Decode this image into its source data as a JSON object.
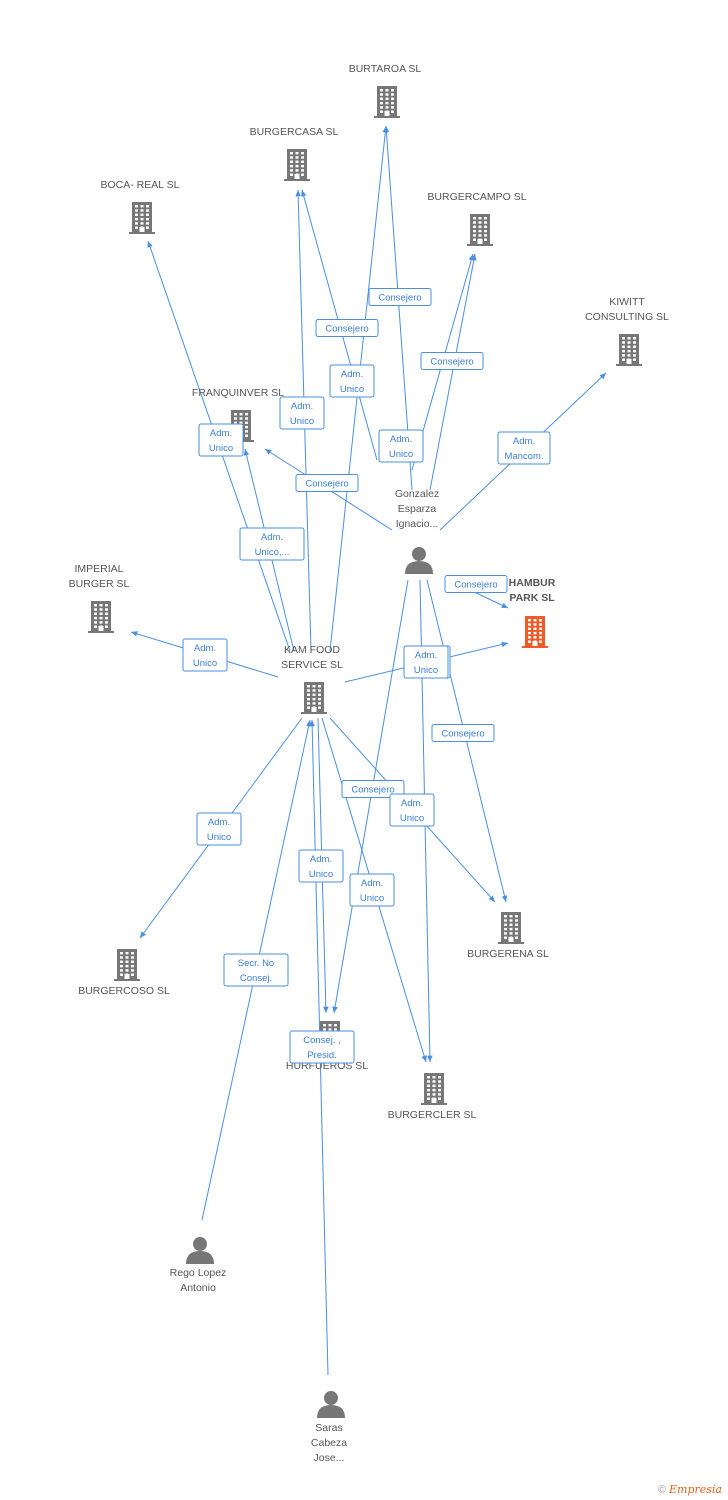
{
  "colors": {
    "edge": "#4a8fe0",
    "company": "#777777",
    "highlight": "#f05a28",
    "person": "#777777",
    "text": "#555555"
  },
  "nodes": [
    {
      "id": "burtaroa",
      "type": "company",
      "label": [
        "BURTAROA SL"
      ]
    },
    {
      "id": "burgercasa",
      "type": "company",
      "label": [
        "BURGERCASA SL"
      ]
    },
    {
      "id": "boca",
      "type": "company",
      "label": [
        "BOCA- REAL SL"
      ]
    },
    {
      "id": "burgercampo",
      "type": "company",
      "label": [
        "BURGERCAMPO SL"
      ]
    },
    {
      "id": "kiwitt",
      "type": "company",
      "label": [
        "KIWITT",
        "CONSULTING SL"
      ]
    },
    {
      "id": "franquinver",
      "type": "company",
      "label": [
        "FRANQUINVER SL"
      ]
    },
    {
      "id": "gonzalez",
      "type": "person",
      "label": [
        "Gonzalez",
        "Esparza",
        "Ignacio..."
      ]
    },
    {
      "id": "imperial",
      "type": "company",
      "label": [
        "IMPERIAL",
        "BURGER SL"
      ]
    },
    {
      "id": "hambur",
      "type": "company",
      "highlight": true,
      "label": [
        "HAMBUR",
        "PARK SL"
      ]
    },
    {
      "id": "kam",
      "type": "company",
      "label": [
        "KAM FOOD",
        "SERVICE SL"
      ]
    },
    {
      "id": "burgerena",
      "type": "company",
      "label": [
        "BURGERENA SL"
      ]
    },
    {
      "id": "burgercoso",
      "type": "company",
      "label": [
        "BURGERCOSO SL"
      ]
    },
    {
      "id": "hurfueros",
      "type": "company",
      "label": [
        "HURFUEROS SL"
      ]
    },
    {
      "id": "burgercler",
      "type": "company",
      "label": [
        "BURGERCLER SL"
      ]
    },
    {
      "id": "rego",
      "type": "person",
      "label": [
        "Rego Lopez",
        "Antonio"
      ]
    },
    {
      "id": "saras",
      "type": "person",
      "label": [
        "Saras",
        "Cabeza",
        "Jose..."
      ]
    }
  ],
  "edges": [
    {
      "from": "gonzalez",
      "to": "burtaroa",
      "label": [
        "Consejero"
      ]
    },
    {
      "from": "gonzalez",
      "to": "burgercasa",
      "label": [
        "Consejero"
      ]
    },
    {
      "from": "gonzalez",
      "to": "burgercampo",
      "label": [
        "Consejero"
      ]
    },
    {
      "from": "gonzalez",
      "to": "burgercampo",
      "label": [
        "Adm.",
        "Unico"
      ]
    },
    {
      "from": "gonzalez",
      "to": "kiwitt",
      "label": [
        "Adm.",
        "Mancom."
      ]
    },
    {
      "from": "gonzalez",
      "to": "franquinver",
      "label": [
        "Consejero"
      ]
    },
    {
      "from": "gonzalez",
      "to": "hambur",
      "label": [
        "Consejero"
      ]
    },
    {
      "from": "gonzalez",
      "to": "burgerena",
      "label": [
        "Consejero"
      ]
    },
    {
      "from": "gonzalez",
      "to": "burgercler",
      "label": [
        "Adm.",
        "Unico"
      ]
    },
    {
      "from": "gonzalez",
      "to": "hurfueros",
      "label": [
        "Adm.",
        "Unico"
      ]
    },
    {
      "from": "kam",
      "to": "burtaroa",
      "label": [
        "Adm.",
        "Unico"
      ]
    },
    {
      "from": "kam",
      "to": "burgercasa",
      "label": [
        "Adm.",
        "Unico"
      ]
    },
    {
      "from": "kam",
      "to": "boca",
      "label": [
        "Adm.",
        "Unico"
      ]
    },
    {
      "from": "kam",
      "to": "franquinver",
      "label": [
        "Adm.",
        "Unico,..."
      ]
    },
    {
      "from": "kam",
      "to": "imperial",
      "label": [
        "Adm.",
        "Unico"
      ]
    },
    {
      "from": "kam",
      "to": "hambur",
      "label": [
        "Adm.",
        "Unico"
      ]
    },
    {
      "from": "kam",
      "to": "burgerena",
      "label": [
        "Consejero"
      ]
    },
    {
      "from": "kam",
      "to": "burgercoso",
      "label": [
        "Adm.",
        "Unico"
      ]
    },
    {
      "from": "kam",
      "to": "hurfueros",
      "label": [
        "Adm.",
        "Unico"
      ]
    },
    {
      "from": "kam",
      "to": "burgercler",
      "label": [
        "Adm.",
        "Unico"
      ]
    },
    {
      "from": "rego",
      "to": "kam",
      "label": [
        "Secr.  No",
        "Consej."
      ]
    },
    {
      "from": "saras",
      "to": "kam",
      "label": [
        "Consej. ,",
        "Presid."
      ]
    }
  ],
  "footer": {
    "symbol": "©",
    "brand": "Empresia"
  }
}
